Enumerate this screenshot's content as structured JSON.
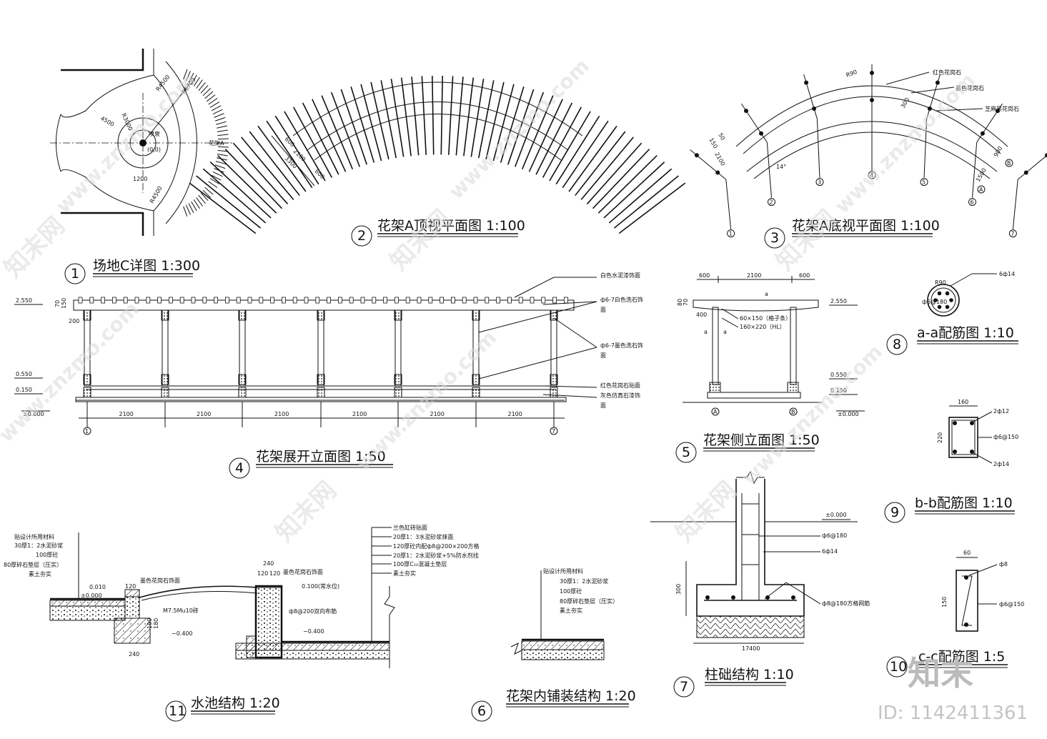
{
  "titles": {
    "t1": {
      "num": "1",
      "text": "场地C详图 1:300"
    },
    "t2": {
      "num": "2",
      "text": "花架A顶视平面图 1:100"
    },
    "t3": {
      "num": "3",
      "text": "花架A底视平面图 1:100"
    },
    "t4": {
      "num": "4",
      "text": "花架展开立面图 1:50"
    },
    "t5": {
      "num": "5",
      "text": "花架侧立面图 1:50"
    },
    "t6": {
      "num": "6",
      "text": "花架内铺装结构 1:20"
    },
    "t7": {
      "num": "7",
      "text": "柱础结构 1:10"
    },
    "t8": {
      "num": "8",
      "text": "a-a配筋图 1:10"
    },
    "t9": {
      "num": "9",
      "text": "b-b配筋图 1:10"
    },
    "t10": {
      "num": "10",
      "text": "c-c配筋图 1:5"
    },
    "t11": {
      "num": "11",
      "text": "水池结构 1:20"
    }
  },
  "site_plan": {
    "r4500a": "R4500",
    "r6700": "R6700",
    "r3000": "R3000",
    "d4500": "4500",
    "d1200": "1200",
    "r4500b": "R4500",
    "origin": "(0,0)",
    "fountain": "喷泉",
    "arbor": "花架A"
  },
  "top_plan": {
    "d600a": "600",
    "d2100": "2100",
    "d3300": "3300",
    "d600b": "600"
  },
  "bottom_plan": {
    "r90": "R90",
    "red_granite": "红色花岗石",
    "black_granite": "墨色花岗石",
    "sesame_granite": "芝麻黑花岗石",
    "d150": "150",
    "d50": "50",
    "d2100": "2100",
    "d300": "300",
    "d1500": "1500",
    "d900": "900",
    "angle": "14°",
    "axes": [
      "1",
      "2",
      "3",
      "4",
      "5",
      "6",
      "7"
    ],
    "axisA": "A",
    "axisB": "B"
  },
  "elevation": {
    "lv2550": "2.550",
    "lv0550": "0.550",
    "lv0150": "0.150",
    "lv0000": "±0.000",
    "d70": "70",
    "d150": "150",
    "d200": "200",
    "spans": [
      "2100",
      "2100",
      "2100",
      "2100",
      "2100",
      "2100"
    ],
    "axis1": "1",
    "axis7": "7",
    "notes": [
      "白色水泥漆饰面",
      "ф6-7白色洗石饰",
      "面",
      "ф6-7墨色洗石饰",
      "面",
      "红色花岗石贴面",
      "灰色仿真石漆饰",
      "面"
    ]
  },
  "side": {
    "d600a": "600",
    "d2100": "2100",
    "d600b": "600",
    "d80": "80",
    "d70": "70",
    "d400": "400",
    "beam1": "60×150（格子条）",
    "beam2": "160×220（HL）",
    "lv2550": "2.550",
    "lv0550": "0.550",
    "lv0150": "0.150",
    "lv0000": "±0.000",
    "axisA": "A",
    "axisB": "B",
    "a": "a"
  },
  "aa": {
    "r90": "R90",
    "rebar1": "6ф14",
    "rebar2": "ф6@180"
  },
  "bb": {
    "w160": "160",
    "h220": "220",
    "top": "2ф12",
    "stir": "ф6@150",
    "bot": "2ф14"
  },
  "cc": {
    "w60": "60",
    "h150": "150",
    "r1": "ф8",
    "r2": "ф6@150"
  },
  "footing": {
    "lv": "±0.000",
    "r1": "ф6@180",
    "r2": "6ф14",
    "r3": "ф8@180方格网筋",
    "h300": "300",
    "w": "17400"
  },
  "pool": {
    "left_notes": [
      "贴设计所用材料",
      "30厚1：2水泥砂浆",
      "100厚砼",
      "80厚碎石垫层（压实）",
      "素土夯实"
    ],
    "lv0010": "0.010",
    "lv0000": "±0.000",
    "d120": "120",
    "granite1": "墨色花岗石饰面",
    "brick": "M7.5Mu10砖",
    "d180": "180",
    "d100": "100",
    "lvm0400a": "−0.400",
    "d240a": "240",
    "d240b": "240",
    "d120a": "120",
    "d120b": "120",
    "granite2": "墨色花岗石饰面",
    "lv0100": "0.100(常水位)",
    "rebar": "ф8@200双向布筋",
    "lvm0400b": "−0.400",
    "right_notes": [
      "兰色缸砖贴面",
      "20厚1：3水泥砂浆抹面",
      "120厚砼内配ф8@200×200方格",
      "20厚1：2水泥砂浆+5%防水剂找",
      "100厚C₁₀混凝土垫层",
      "素土夯实"
    ]
  },
  "paving": {
    "notes": [
      "贴设计所用材料",
      "30厚1：2水泥砂浆",
      "100厚砼",
      "80厚碎石垫层（压实）",
      "素土夯实"
    ]
  },
  "watermark": {
    "logo": "知末",
    "id": "ID: 1142411361",
    "site": "www.znzmo.com",
    "brand": "知末网"
  }
}
